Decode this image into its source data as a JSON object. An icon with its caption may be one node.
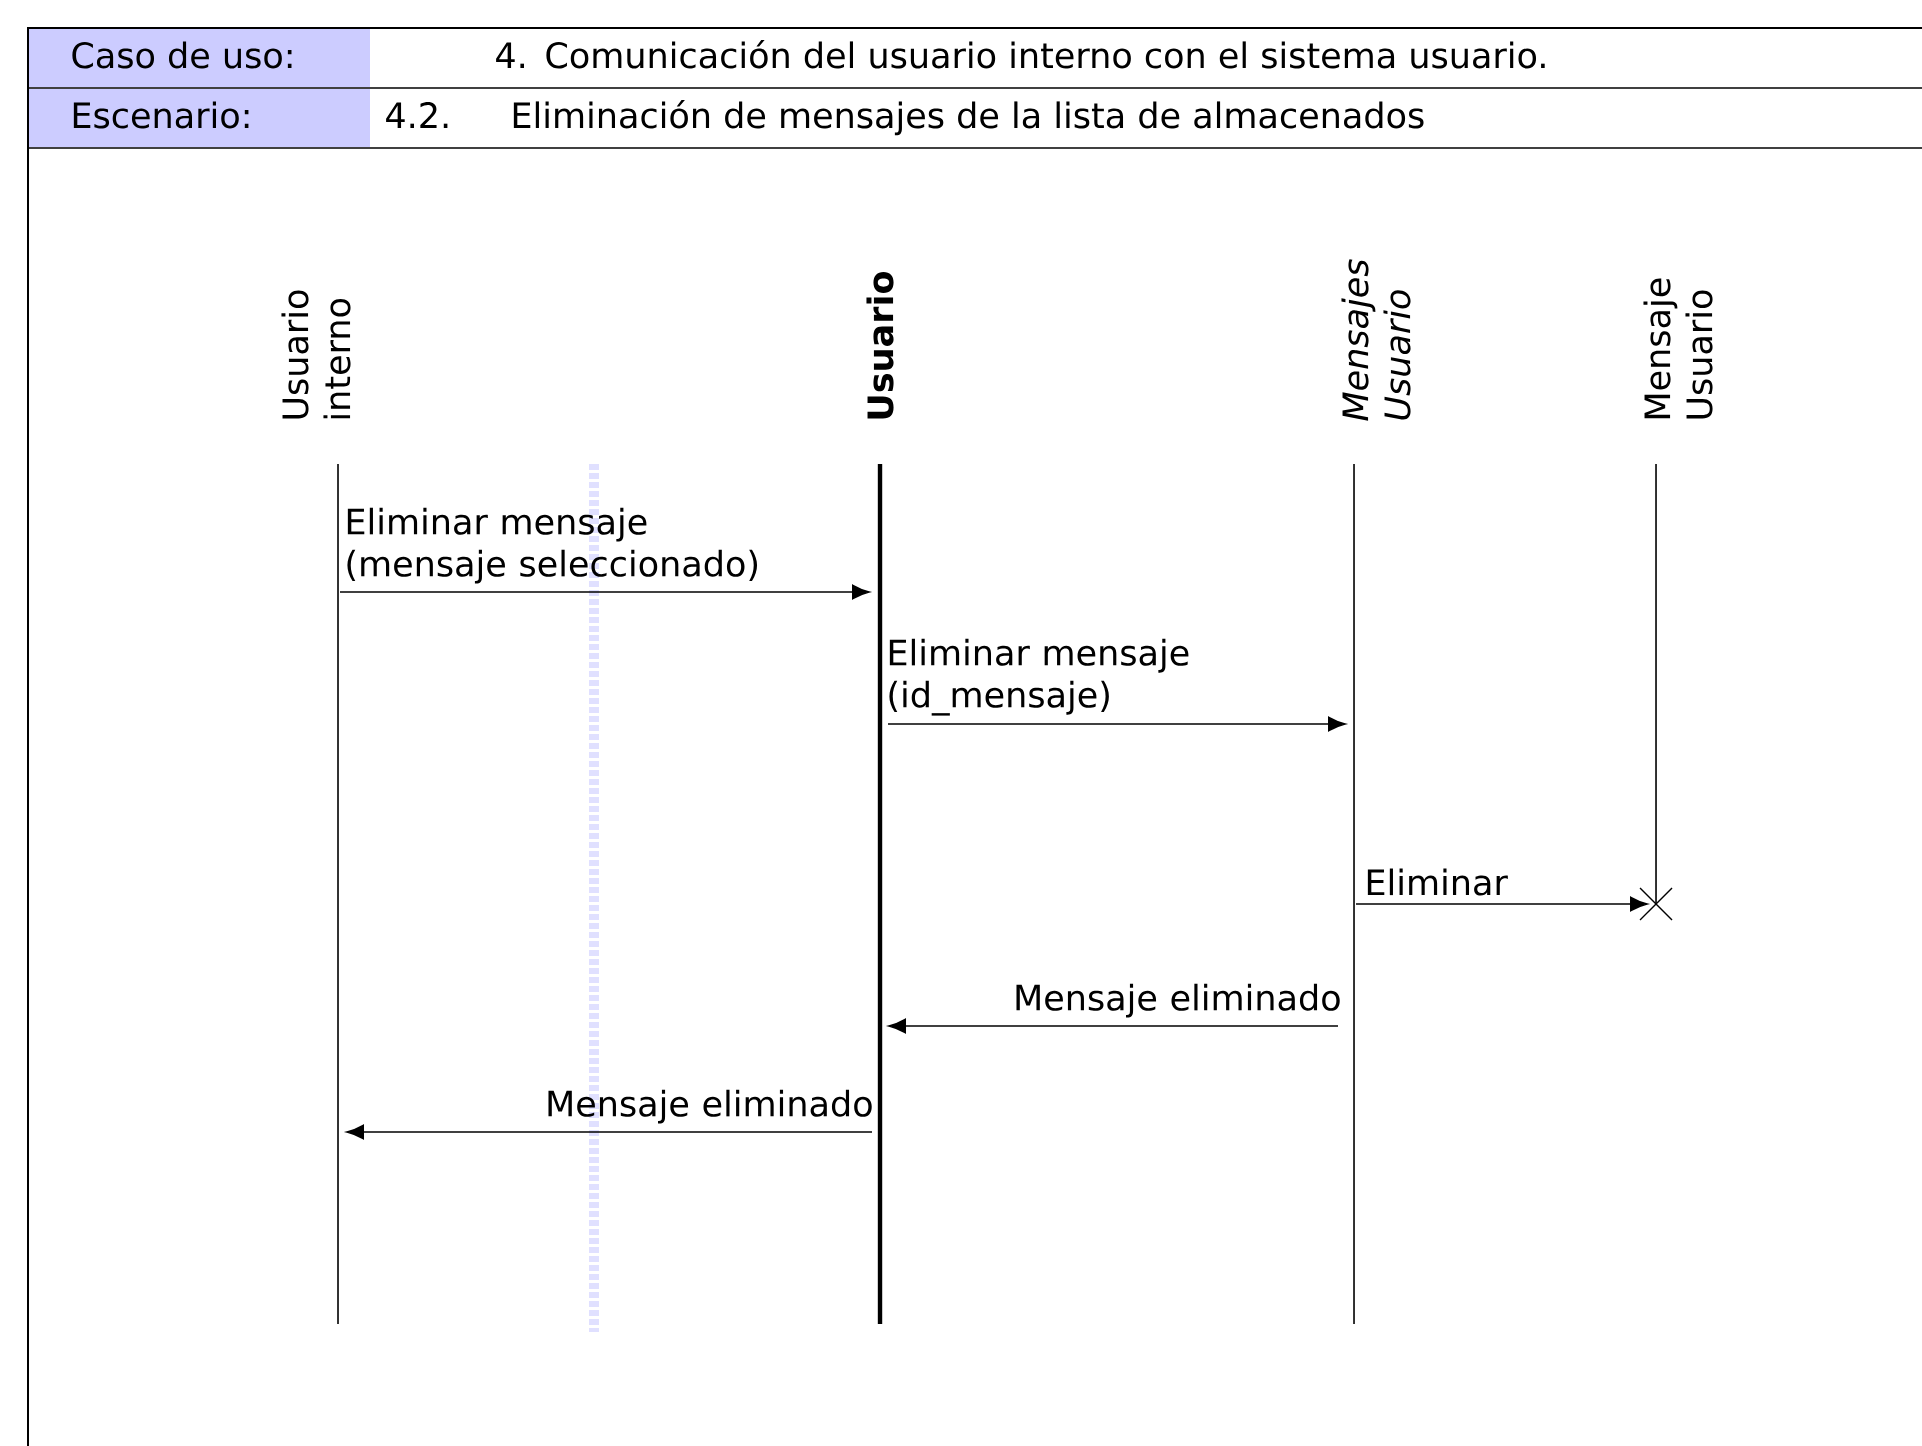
{
  "diagram": {
    "nodes": [
      {
        "text": [
          "Usuario interno"
        ]
      },
      {
        "text": [
          "Usuario"
        ]
      },
      {
        "text": [
          "Mensajes Usuario"
        ]
      },
      {
        "text": [
          "Mensaje Usuario"
        ]
      }
    ],
    "edges": [
      {
        "from": 0,
        "to": 1,
        "arrow": "to",
        "label": "Eliminar mensaje (mensaje seleccionado)"
      },
      {
        "from": 1,
        "to": 2,
        "arrow": "to",
        "label": "Eliminar mensaje (id_mensaje)"
      },
      {
        "from": 2,
        "to": 3,
        "arrow": "to",
        "label": "Eliminar"
      },
      {
        "from": 2,
        "to": 1,
        "arrow": "to",
        "label": "Mensaje eliminado"
      },
      {
        "from": 1,
        "to": 0,
        "arrow": "to",
        "label": "Mensaje eliminado"
      }
    ],
    "labels": [
      "Caso de uso:",
      "4.",
      "Comunicación del usuario interno con el sistema usuario.",
      "Escenario:",
      "4.2.",
      "Eliminación de mensajes de la lista de almacenados"
    ]
  }
}
